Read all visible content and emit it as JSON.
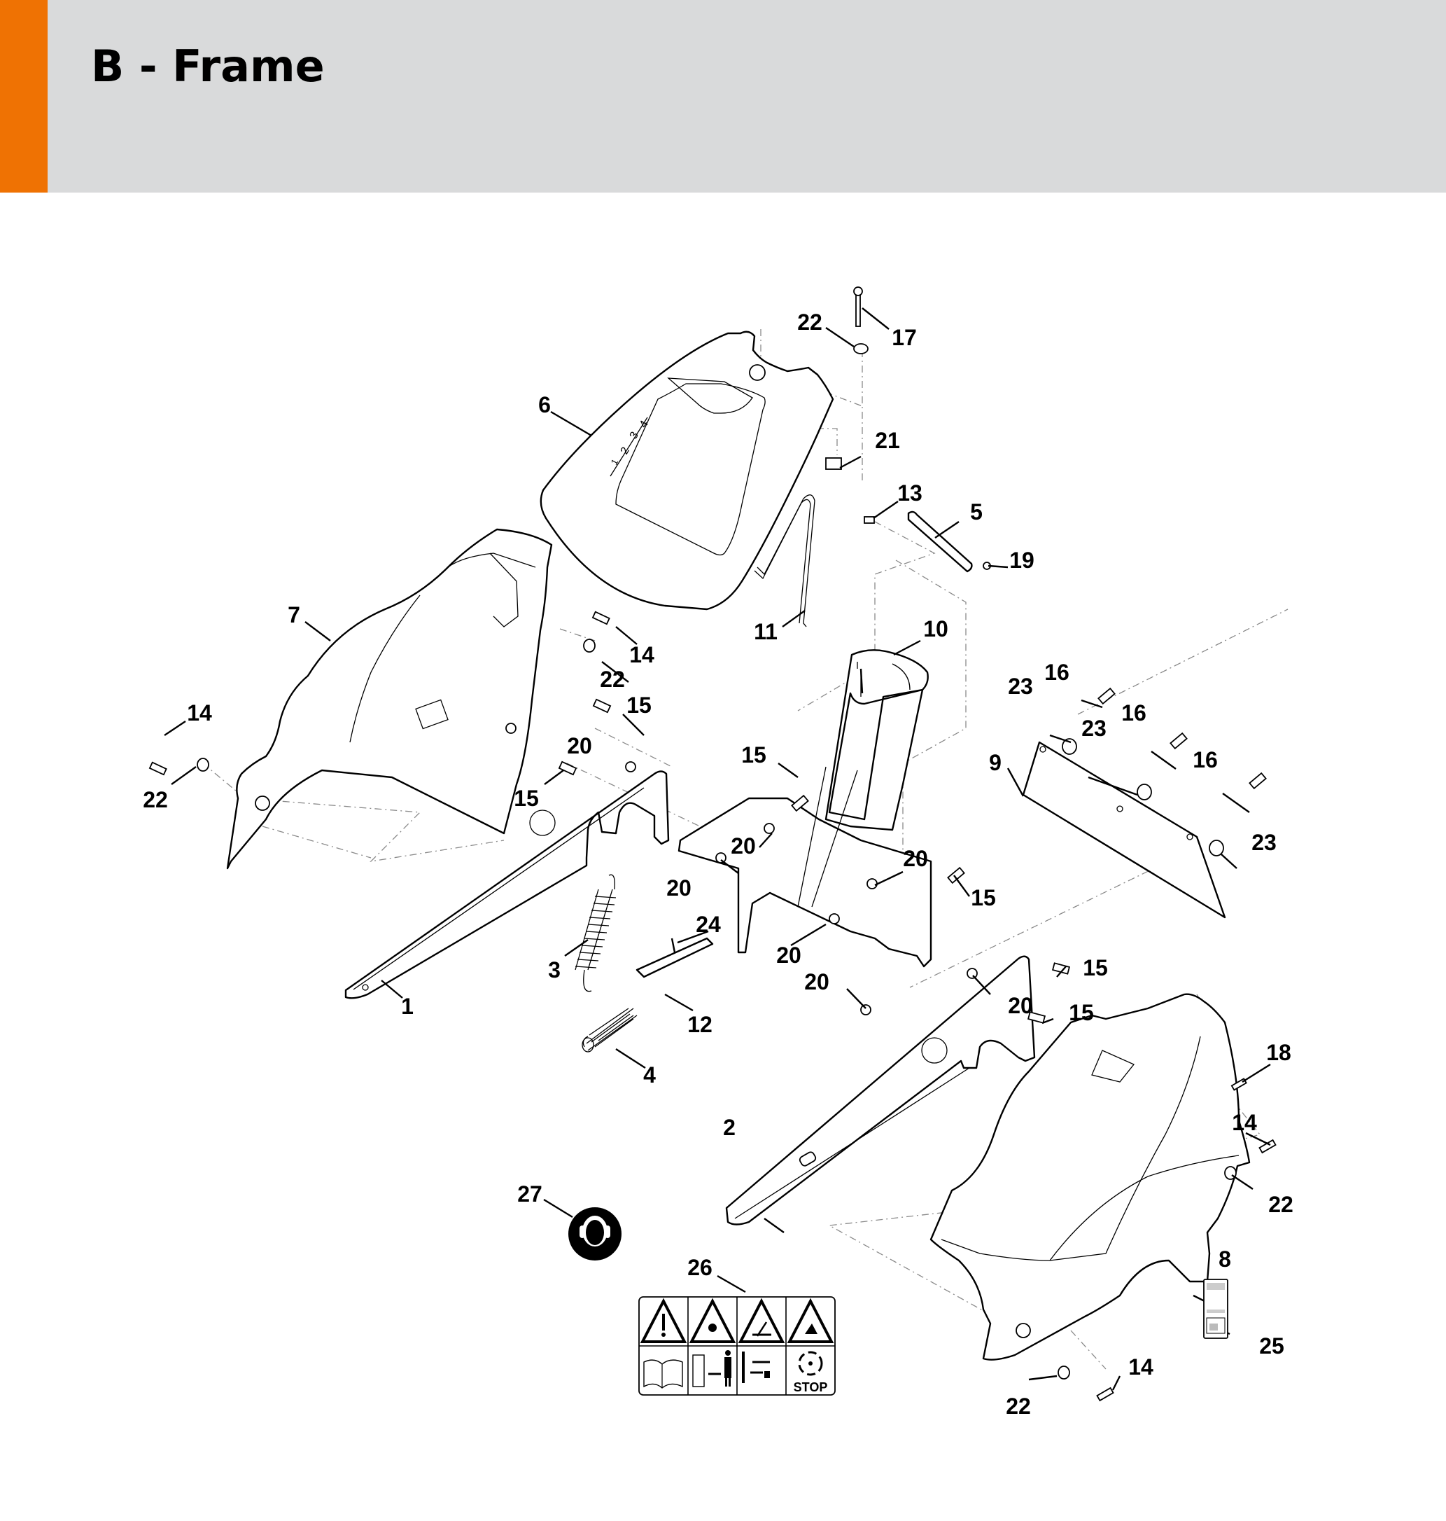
{
  "header": {
    "title": "B - Frame",
    "accent_color": "#ef7203",
    "band_color": "#d9dadb"
  },
  "diagram": {
    "description": "Exploded parts view of frame assembly",
    "callouts": [
      {
        "id": "c1",
        "label": "1"
      },
      {
        "id": "c2",
        "label": "2"
      },
      {
        "id": "c3",
        "label": "3"
      },
      {
        "id": "c4",
        "label": "4"
      },
      {
        "id": "c5",
        "label": "5"
      },
      {
        "id": "c6",
        "label": "6"
      },
      {
        "id": "c7",
        "label": "7"
      },
      {
        "id": "c8",
        "label": "8"
      },
      {
        "id": "c9",
        "label": "9"
      },
      {
        "id": "c10",
        "label": "10"
      },
      {
        "id": "c11",
        "label": "11"
      },
      {
        "id": "c12",
        "label": "12"
      },
      {
        "id": "c13",
        "label": "13"
      },
      {
        "id": "c14a",
        "label": "14"
      },
      {
        "id": "c14b",
        "label": "14"
      },
      {
        "id": "c14c",
        "label": "14"
      },
      {
        "id": "c14d",
        "label": "14"
      },
      {
        "id": "c15a",
        "label": "15"
      },
      {
        "id": "c15b",
        "label": "15"
      },
      {
        "id": "c15c",
        "label": "15"
      },
      {
        "id": "c15d",
        "label": "15"
      },
      {
        "id": "c15e",
        "label": "15"
      },
      {
        "id": "c15f",
        "label": "15"
      },
      {
        "id": "c16a",
        "label": "16"
      },
      {
        "id": "c16b",
        "label": "16"
      },
      {
        "id": "c16c",
        "label": "16"
      },
      {
        "id": "c17",
        "label": "17"
      },
      {
        "id": "c18",
        "label": "18"
      },
      {
        "id": "c19",
        "label": "19"
      },
      {
        "id": "c20a",
        "label": "20"
      },
      {
        "id": "c20b",
        "label": "20"
      },
      {
        "id": "c20c",
        "label": "20"
      },
      {
        "id": "c20d",
        "label": "20"
      },
      {
        "id": "c20e",
        "label": "20"
      },
      {
        "id": "c20f",
        "label": "20"
      },
      {
        "id": "c20g",
        "label": "20"
      },
      {
        "id": "c21",
        "label": "21"
      },
      {
        "id": "c22a",
        "label": "22"
      },
      {
        "id": "c22b",
        "label": "22"
      },
      {
        "id": "c22c",
        "label": "22"
      },
      {
        "id": "c22d",
        "label": "22"
      },
      {
        "id": "c22e",
        "label": "22"
      },
      {
        "id": "c23a",
        "label": "23"
      },
      {
        "id": "c23b",
        "label": "23"
      },
      {
        "id": "c23c",
        "label": "23"
      },
      {
        "id": "c24",
        "label": "24"
      },
      {
        "id": "c25",
        "label": "25"
      },
      {
        "id": "c26",
        "label": "26"
      },
      {
        "id": "c27",
        "label": "27"
      }
    ],
    "shift_cover_markings": [
      "1",
      "2",
      "3",
      "4"
    ],
    "decal_26": {
      "top_row": [
        "warning-general-icon",
        "warning-thrown-objects-icon",
        "warning-maintenance-icon",
        "warning-rotating-blades-icon"
      ],
      "bottom_row": [
        "read-manual-icon",
        "keep-distance-icon",
        "disconnect-spark-plug-icon",
        "stop-rotation-icon"
      ],
      "stop_text": "STOP"
    },
    "decal_27": "hearing-protection-icon"
  }
}
